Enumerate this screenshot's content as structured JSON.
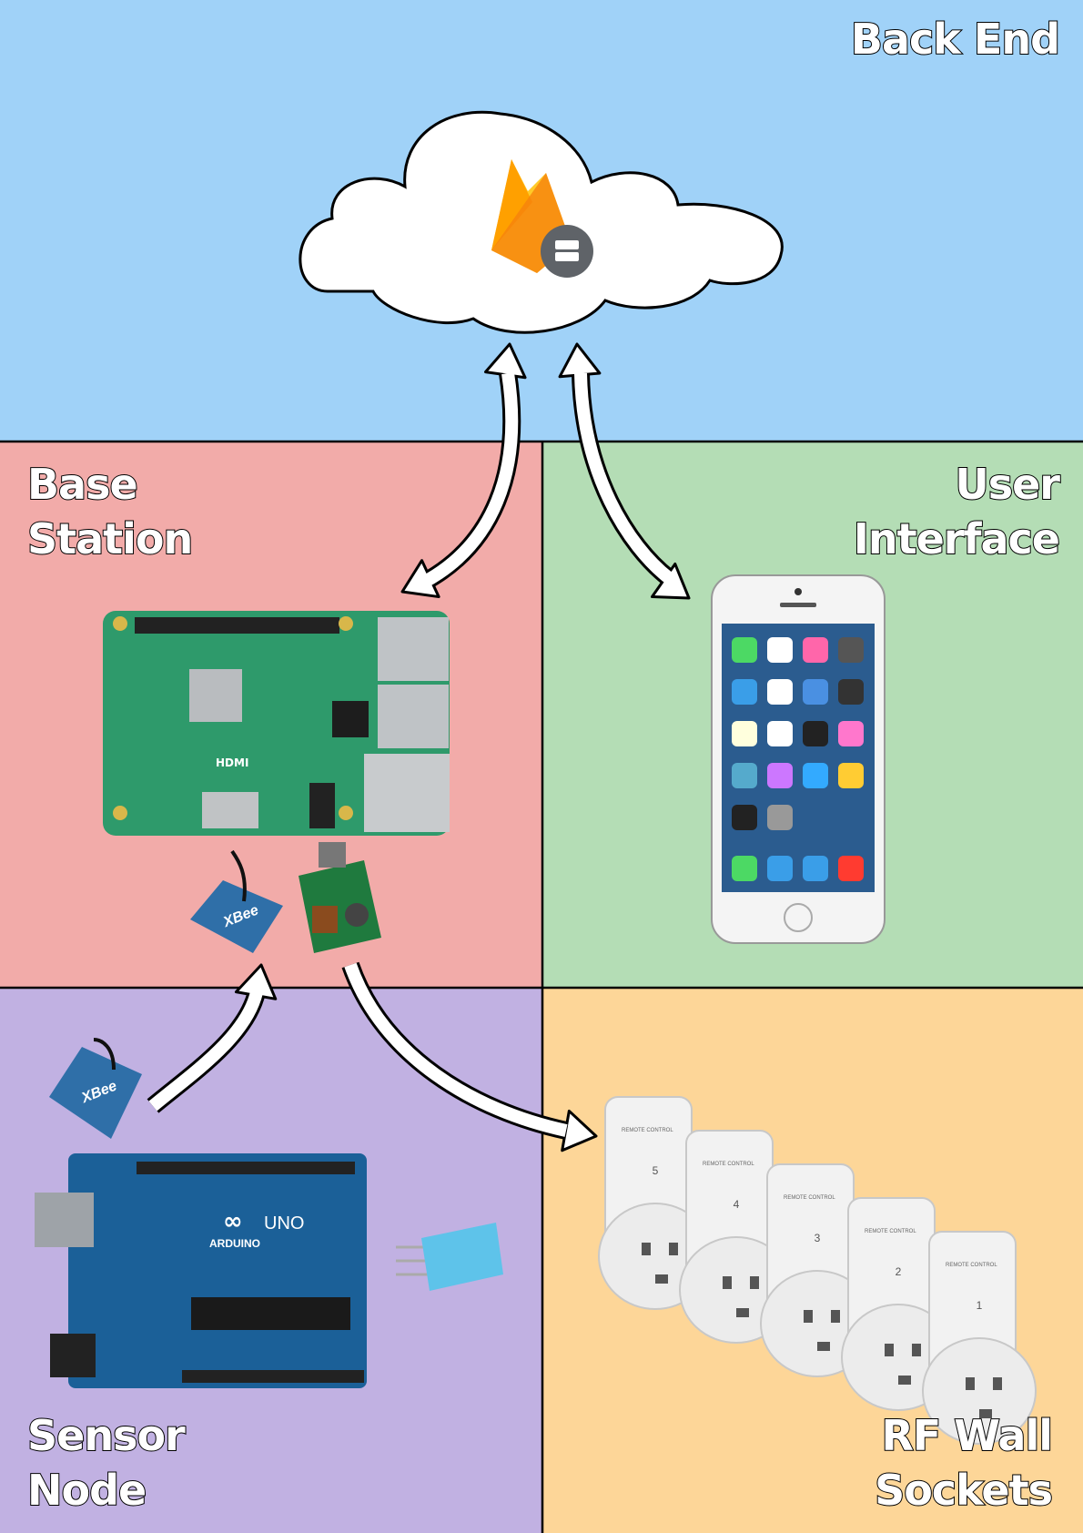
{
  "regions": {
    "back_end": {
      "label": "Back End",
      "color": "#a0d2f8"
    },
    "base_station": {
      "label_line1": "Base",
      "label_line2": "Station",
      "color": "#f2aba9"
    },
    "user_interface": {
      "label_line1": "User",
      "label_line2": "Interface",
      "color": "#b4ddb5"
    },
    "sensor_node": {
      "label_line1": "Sensor",
      "label_line2": "Node",
      "color": "#c1b1e2"
    },
    "rf_wall_sockets": {
      "label_line1": "RF Wall",
      "label_line2": "Sockets",
      "color": "#fdd698"
    }
  },
  "devices": {
    "cloud": "firebase-database-icon",
    "base_station": [
      "raspberry-pi-board",
      "xbee-module",
      "rf-transmitter-module"
    ],
    "user_interface": [
      "iphone"
    ],
    "sensor_node": [
      "xbee-module",
      "arduino-uno",
      "dht-sensor"
    ],
    "sockets": {
      "numbers": [
        "5",
        "4",
        "3",
        "2",
        "1"
      ],
      "caption": "REMOTE CONTROL"
    }
  },
  "logo_text": {
    "xbee": "XBee",
    "arduino": "ARDUINO",
    "uno": "UNO",
    "hdmi": "HDMI"
  },
  "arrows": [
    {
      "from": "base_station",
      "to": "back_end",
      "bidirectional": true
    },
    {
      "from": "user_interface",
      "to": "back_end",
      "bidirectional": true
    },
    {
      "from": "sensor_node",
      "to": "base_station",
      "bidirectional": false
    },
    {
      "from": "base_station",
      "to": "rf_wall_sockets",
      "bidirectional": false
    }
  ]
}
